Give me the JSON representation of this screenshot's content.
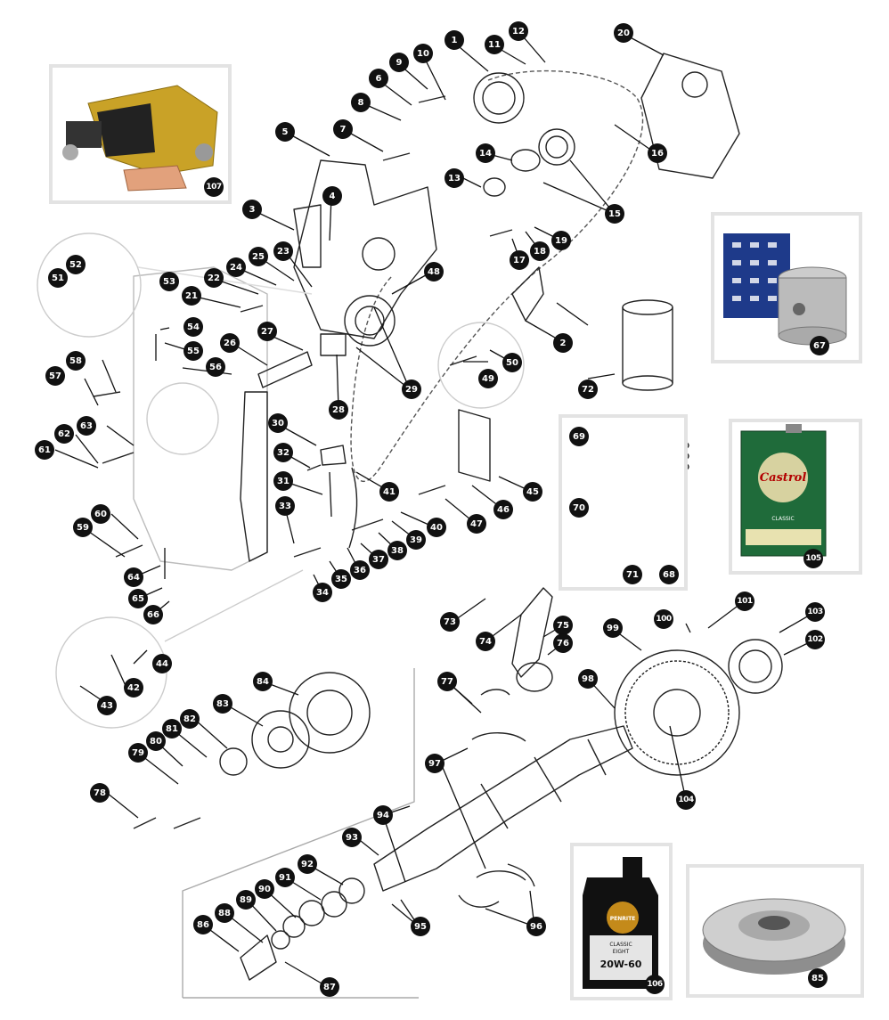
{
  "diagram": {
    "callouts": [
      "1",
      "2",
      "3",
      "4",
      "5",
      "6",
      "7",
      "8",
      "9",
      "10",
      "11",
      "12",
      "13",
      "14",
      "15",
      "16",
      "17",
      "18",
      "19",
      "20",
      "21",
      "22",
      "23",
      "24",
      "25",
      "26",
      "27",
      "28",
      "29",
      "30",
      "31",
      "32",
      "33",
      "34",
      "35",
      "36",
      "37",
      "38",
      "39",
      "40",
      "41",
      "42",
      "43",
      "44",
      "45",
      "46",
      "47",
      "48",
      "49",
      "50",
      "51",
      "52",
      "53",
      "54",
      "55",
      "56",
      "57",
      "58",
      "59",
      "60",
      "61",
      "62",
      "63",
      "64",
      "65",
      "66",
      "67",
      "68",
      "69",
      "70",
      "71",
      "72",
      "73",
      "74",
      "75",
      "76",
      "77",
      "78",
      "79",
      "80",
      "81",
      "82",
      "83",
      "84",
      "85",
      "86",
      "87",
      "88",
      "89",
      "90",
      "91",
      "92",
      "93",
      "94",
      "95",
      "96",
      "97",
      "98",
      "99",
      "100",
      "101",
      "102",
      "103",
      "104",
      "105",
      "106",
      "107"
    ]
  },
  "insets": {
    "castrol": {
      "brand": "Castrol",
      "sub": "CLASSIC",
      "number": "105"
    },
    "penrite": {
      "brand": "PENRITE",
      "line1": "CLASSIC",
      "line2": "EIGHT",
      "grade": "20W-60",
      "number": "106"
    },
    "pistons": {
      "number": "67"
    },
    "tensioner": {
      "number": "107"
    },
    "damper": {
      "number": "85"
    }
  },
  "colors": {
    "callout": "#111111",
    "line": "#222222",
    "inset_border": "#e3e3e3",
    "castrol_green": "#1f6b3a",
    "brass": "#c9a227"
  }
}
